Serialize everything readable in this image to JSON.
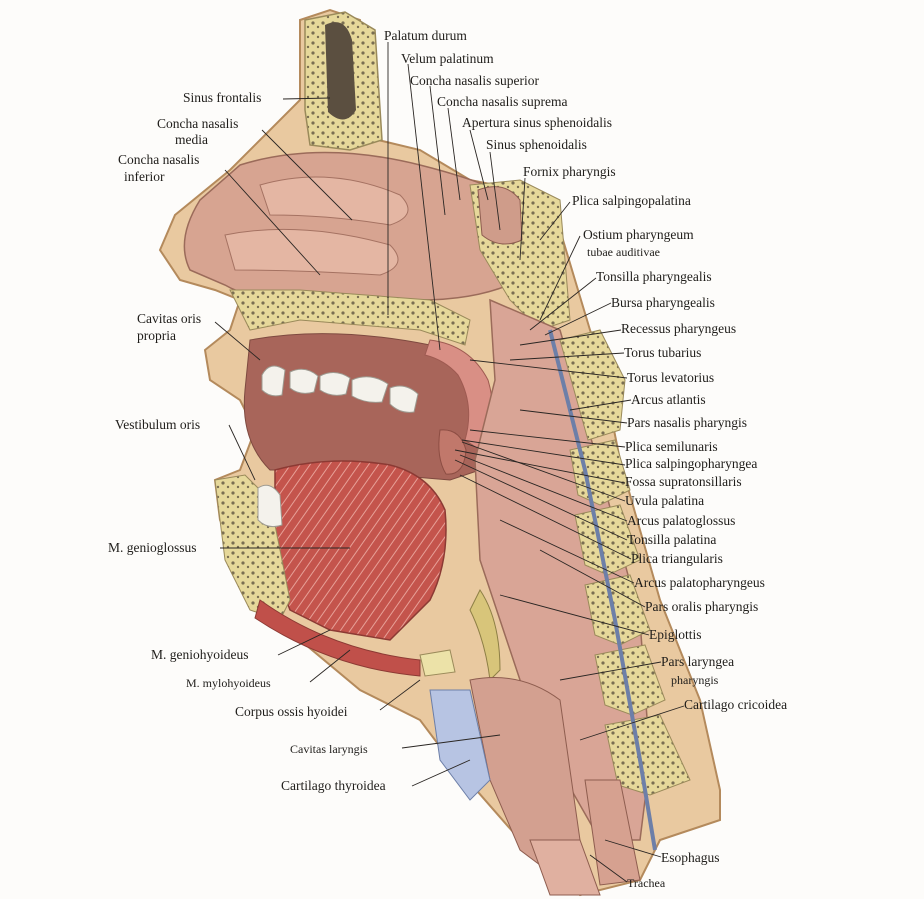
{
  "colors": {
    "background": "#fdfcfa",
    "mucosa": "#d99f92",
    "cavity_dark": "#a8655a",
    "muscle": "#c0504a",
    "bone": "#ece2a8",
    "bone_marrow": "#6b6150",
    "cartilage": "#b7c4e3",
    "teeth": "#f4f2ec",
    "skin": "#e9c9a0",
    "leader": "#2a2623"
  },
  "labels": {
    "sinus_frontalis": "Sinus frontalis",
    "concha_media_1": "Concha nasalis",
    "concha_media_2": "media",
    "concha_inferior_1": "Concha nasalis",
    "concha_inferior_2": "inferior",
    "cavitas_oris_1": "Cavitas oris",
    "cavitas_oris_2": "propria",
    "vestibulum_oris": "Vestibulum oris",
    "m_genioglossus": "M. genioglossus",
    "m_geniohyoideus": "M. geniohyoideus",
    "m_mylohyoideus": "M. mylohyoideus",
    "corpus_ossis_hyoidei": "Corpus ossis hyoidei",
    "cavitas_laryngis": "Cavitas laryngis",
    "cartilago_thyroidea": "Cartilago thyroidea",
    "palatum_durum": "Palatum durum",
    "velum_palatinum": "Velum palatinum",
    "concha_superior": "Concha nasalis superior",
    "concha_suprema": "Concha nasalis suprema",
    "apertura_sinus": "Apertura sinus sphenoidalis",
    "sinus_sphenoidalis": "Sinus sphenoidalis",
    "fornix_pharyngis": "Fornix pharyngis",
    "plica_salpingopalatina": "Plica salpingopalatina",
    "ostium_1": "Ostium pharyngeum",
    "ostium_2": "tubae auditivae",
    "tonsilla_pharyngealis": "Tonsilla pharyngealis",
    "bursa_pharyngealis": "Bursa pharyngealis",
    "recessus_pharyngeus": "Recessus pharyngeus",
    "torus_tubarius": "Torus tubarius",
    "torus_levatorius": "Torus levatorius",
    "arcus_atlantis": "Arcus atlantis",
    "pars_nasalis": "Pars nasalis pharyngis",
    "plica_semilunaris": "Plica semilunaris",
    "plica_salpingopharyngea": "Plica salpingopharyngea",
    "fossa_supratonsillaris": "Fossa supratonsillaris",
    "uvula_palatina": "Uvula palatina",
    "arcus_palatoglossus": "Arcus palatoglossus",
    "tonsilla_palatina": "Tonsilla palatina",
    "plica_triangularis": "Plica triangularis",
    "arcus_palatopharyngeus": "Arcus palatopharyngeus",
    "pars_oralis": "Pars oralis pharyngis",
    "epiglottis": "Epiglottis",
    "pars_laryngea_1": "Pars laryngea",
    "pars_laryngea_2": "pharyngis",
    "cartilago_cricoidea": "Cartilago cricoidea",
    "esophagus": "Esophagus",
    "trachea": "Trachea"
  }
}
